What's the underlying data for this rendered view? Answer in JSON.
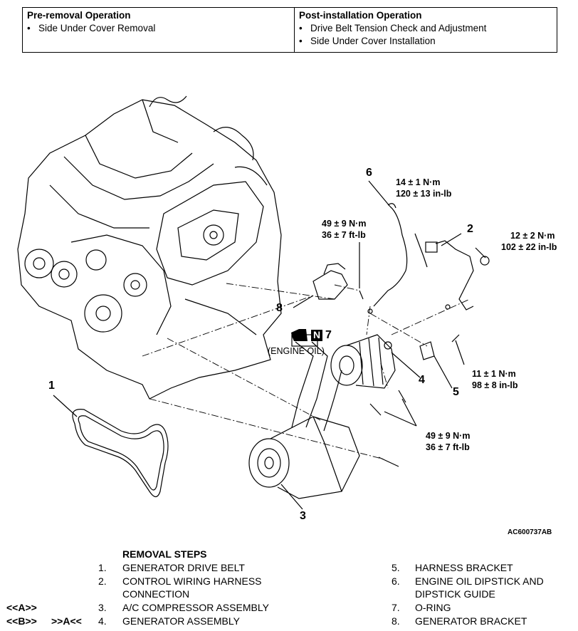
{
  "pre_removal": {
    "title": "Pre-removal Operation",
    "items": [
      "Side Under Cover Removal"
    ]
  },
  "post_installation": {
    "title": "Post-installation Operation",
    "items": [
      "Drive Belt Tension Check and Adjustment",
      "Side Under Cover Installation"
    ]
  },
  "callouts": {
    "n1": "1",
    "n2": "2",
    "n3": "3",
    "n4": "4",
    "n5": "5",
    "n6": "6",
    "n7": "7",
    "n8": "8"
  },
  "torques": {
    "t14_nm": "14 ± 1 N·m",
    "t14_lb": "120 ± 13 in-lb",
    "t49a_nm": "49 ± 9 N·m",
    "t49a_lb": "36 ± 7 ft-lb",
    "t12_nm": "12 ± 2 N·m",
    "t12_lb": "102 ± 22 in-lb",
    "t11_nm": "11 ± 1 N·m",
    "t11_lb": "98 ± 8 in-lb",
    "t49b_nm": "49 ± 9 N·m",
    "t49b_lb": "36 ± 7 ft-lb"
  },
  "oil_note": {
    "symbol_n": "N",
    "ref": "7",
    "text": "(ENGINE OIL)"
  },
  "figure_code": "AC600737AB",
  "removal": {
    "heading": "REMOVAL STEPS",
    "left_steps": [
      {
        "sym1": "",
        "sym2": "",
        "num": "1.",
        "text": "GENERATOR DRIVE BELT"
      },
      {
        "sym1": "",
        "sym2": "",
        "num": "2.",
        "text": "CONTROL WIRING HARNESS"
      },
      {
        "sym1": "",
        "sym2": "",
        "num": "",
        "text": "CONNECTION"
      },
      {
        "sym1": "<<A>>",
        "sym2": "",
        "num": "3.",
        "text": "A/C COMPRESSOR ASSEMBLY"
      },
      {
        "sym1": "<<B>>",
        "sym2": ">>A<<",
        "num": "4.",
        "text": "GENERATOR ASSEMBLY"
      }
    ],
    "right_steps": [
      {
        "num": "5.",
        "text": "HARNESS BRACKET"
      },
      {
        "num": "6.",
        "text": "ENGINE OIL DIPSTICK AND"
      },
      {
        "num": "",
        "text": "DIPSTICK GUIDE"
      },
      {
        "num": "7.",
        "text": "O-RING"
      },
      {
        "num": "8.",
        "text": "GENERATOR BRACKET"
      }
    ]
  }
}
